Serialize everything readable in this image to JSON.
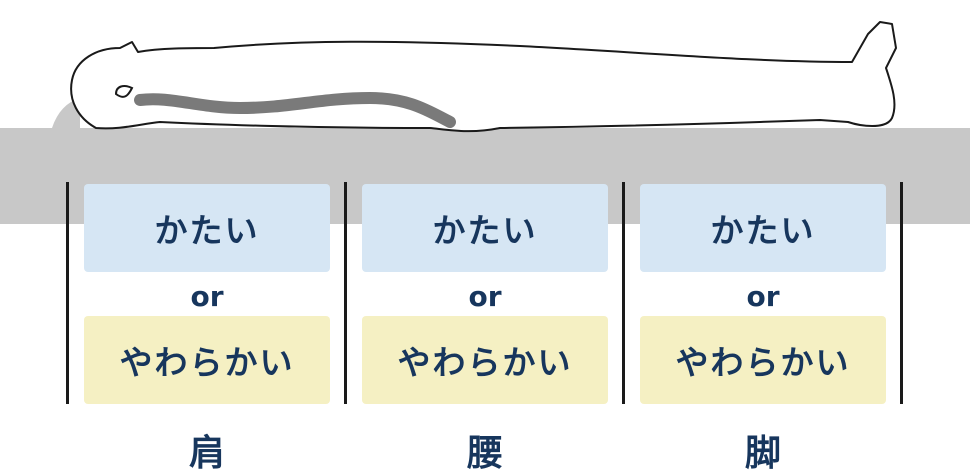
{
  "columns": [
    {
      "hard_label": "かたい",
      "or_label": "or",
      "soft_label": "やわらかい",
      "part_label": "肩"
    },
    {
      "hard_label": "かたい",
      "or_label": "or",
      "soft_label": "やわらかい",
      "part_label": "腰"
    },
    {
      "hard_label": "かたい",
      "or_label": "or",
      "soft_label": "やわらかい",
      "part_label": "脚"
    }
  ],
  "colors": {
    "mattress": "#c8c8c8",
    "hard_box": "#d6e6f4",
    "soft_box": "#f5f0c3",
    "text": "#17365d",
    "spine": "#7a7a7a"
  }
}
